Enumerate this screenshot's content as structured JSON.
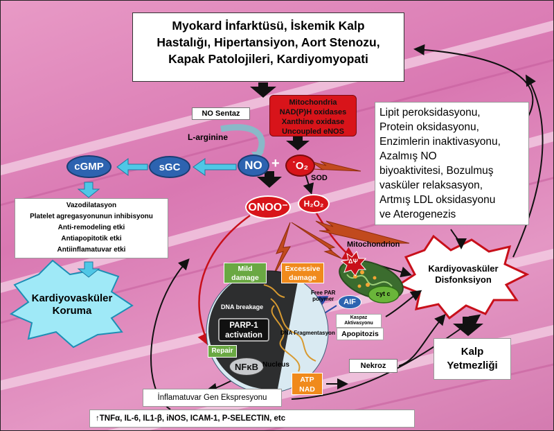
{
  "top_box": {
    "lines": [
      "Myokard İnfarktüsü, İskemik Kalp",
      "Hastalığı, Hipertansiyon, Aort Stenozu,",
      "Kapak Patolojileri, Kardiyomyopati"
    ]
  },
  "sources_box": {
    "lines": [
      "Mitochondria",
      "NAD(P)H oxidases",
      "Xanthine oxidase",
      "Uncoupled eNOS"
    ]
  },
  "no_synthase": "NO Sentaz",
  "l_arginine": "L-arginine",
  "cgmp": "cGMP",
  "sgc": "sGC",
  "no": "NO",
  "plus": "+",
  "superoxide": "˙O₂",
  "sod": "SOD",
  "onoo": "ONOO⁻",
  "h2o2": "H₂O₂",
  "oxidation_box": {
    "lines": [
      "Lipit peroksidasyonu,",
      "Protein oksidasyonu,",
      "Enzimlerin inaktivasyonu,",
      "Azalmış NO",
      "biyoaktivitesi, Bozulmuş",
      "vasküler relaksasyon,",
      "Artmış LDL oksidasyonu",
      "ve Aterogenezis"
    ]
  },
  "protective_effects": {
    "lines": [
      "Vazodilatasyon",
      "Platelet agregasyonunun inhibisyonu",
      "Anti-remodeling etki",
      "Antiapopitotik etki",
      "Antiinflamatuvar etki"
    ]
  },
  "protection_burst": {
    "lines": [
      "Kardiyovasküler",
      "Koruma"
    ]
  },
  "dysfunction_burst": {
    "lines": [
      "Kardiyovasküler",
      "Disfonksiyon"
    ]
  },
  "heart_failure": {
    "lines": [
      "Kalp",
      "Yetmezliği"
    ]
  },
  "mitochondrion": "Mitochondrion",
  "delta_psi": "ΔΨ",
  "mild_damage": {
    "lines": [
      "Mild",
      "damage"
    ]
  },
  "excessive_damage": {
    "lines": [
      "Excessive",
      "damage"
    ]
  },
  "dna_breakage": "DNA breakage",
  "parp": {
    "lines": [
      "PARP-1",
      "activation"
    ]
  },
  "free_par": {
    "lines": [
      "Free PAR",
      "polymer"
    ]
  },
  "aif": "AIF",
  "cyt_c": "cyt c",
  "caspase": {
    "lines": [
      "Kaspaz",
      "Aktivasyonu"
    ]
  },
  "dna_fragmentation": "DNA Fragmentasyon",
  "apoptosis": "Apopitozis",
  "repair": "Repair",
  "nfkb": "NFκB",
  "nucleus": "Nucleus",
  "atp_nad": {
    "lines": [
      "ATP",
      "NAD"
    ]
  },
  "necrosis": "Nekroz",
  "inflammatory_expression": "İnflamatuvar Gen Ekspresyonu",
  "cytokines": "↑TNFα, IL-6, IL1-β, iNOS, ICAM-1, P-SELECTIN, etc",
  "colors": {
    "red": "#d8141a",
    "blue": "#2d63b0",
    "cyan": "#5fcbe8",
    "green": "#6aa843",
    "orange": "#f08a1c"
  }
}
